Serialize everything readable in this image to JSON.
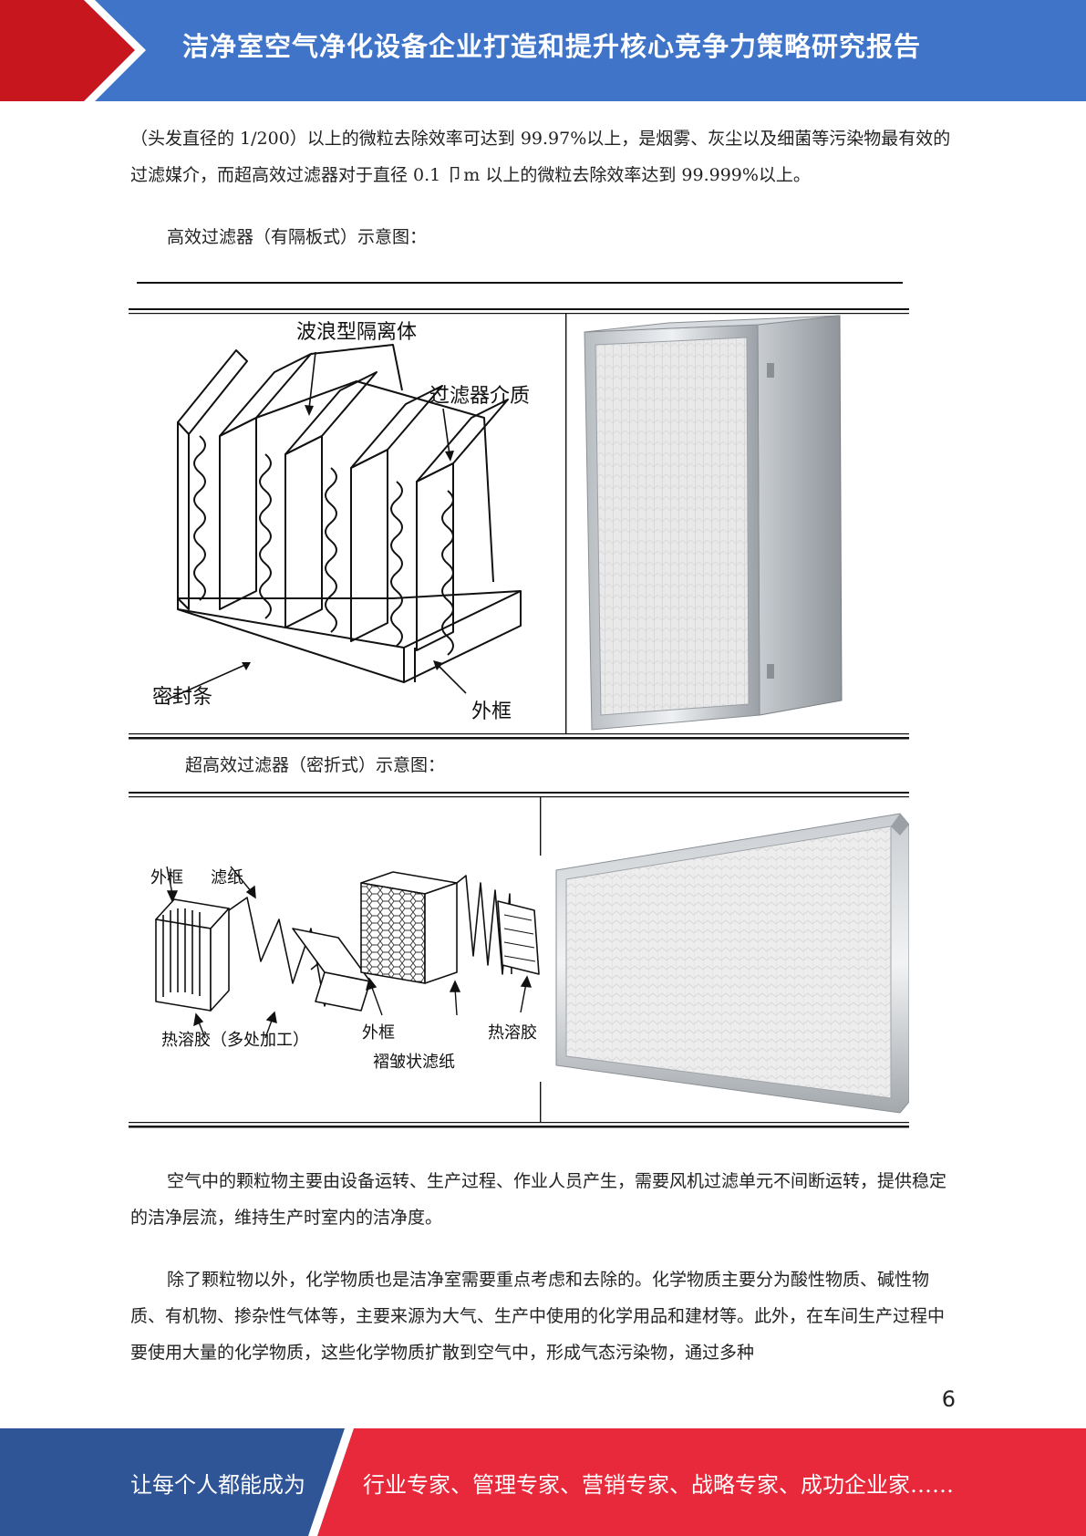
{
  "header": {
    "title": "洁净室空气净化设备企业打造和提升核心竞争力策略研究报告"
  },
  "paragraphs": {
    "p1": "（头发直径的 1/200）以上的微粒去除效率可达到 99.97%以上，是烟雾、灰尘以及细菌等污染物最有效的过滤媒介，而超高效过滤器对于直径 0.1 卩m 以上的微粒去除效率达到 99.999%以上。",
    "p2": "空气中的颗粒物主要由设备运转、生产过程、作业人员产生，需要风机过滤单元不间断运转，提供稳定的洁净层流，维持生产时室内的洁净度。",
    "p3": "除了颗粒物以外，化学物质也是洁净室需要重点考虑和去除的。化学物质主要分为酸性物质、碱性物质、有机物、掺杂性气体等，主要来源为大气、生产中使用的化学用品和建材等。此外，在车间生产过程中要使用大量的化学物质，这些化学物质扩散到空气中，形成气态污染物，通过多种"
  },
  "figure1": {
    "caption": "高效过滤器（有隔板式）示意图：",
    "labels": {
      "separator": "波浪型隔离体",
      "media": "过滤器介质",
      "seal": "密封条",
      "frame": "外框"
    }
  },
  "figure2": {
    "caption": "超高效过滤器（密折式）示意图：",
    "labels": {
      "frame_a": "外框",
      "paper": "滤纸",
      "glue_a": "热溶胶（多处加工）",
      "frame_b": "外框",
      "glue_b": "热溶胶",
      "pleated": "褶皱状滤纸"
    }
  },
  "page_number": "6",
  "footer": {
    "left": "让每个人都能成为",
    "right": "行业专家、管理专家、营销专家、战略专家、成功企业家……"
  },
  "colors": {
    "header_blue": "#3f74c8",
    "header_red": "#c8161e",
    "footer_blue": "#2f5597",
    "footer_red": "#e8293b"
  }
}
